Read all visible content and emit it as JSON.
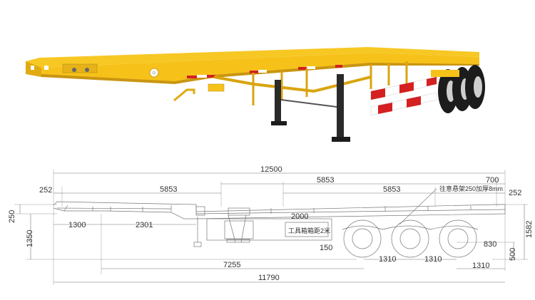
{
  "dimensions": {
    "overall_length_top": "12500",
    "front_overhang": "252",
    "twistlock_span_1": "5853",
    "twistlock_span_2": "5853",
    "twistlock_span_3": "5853",
    "rear_offset": "700",
    "rear_overhang": "252",
    "landing_note": "往意悬架250加厚8mm",
    "gooseneck_height": "250",
    "deck_height": "1350",
    "kingpin_offset": "1300",
    "gooseneck_length": "2301",
    "toolbox_length": "2000",
    "toolbox_label": "工具箱箱距2米",
    "spare_offset": "150",
    "axle_spacing_1": "1310",
    "axle_spacing_2": "1310",
    "kingpin_to_axle": "7255",
    "rear_axle_to_end": "830",
    "rear_spacing": "1310",
    "wheel_radius_dim": "500",
    "overall_height": "1582",
    "overall_length_bottom": "11790"
  },
  "colors": {
    "trailer_yellow": "#f6c21a",
    "trailer_shadow": "#d9a410",
    "tire_black": "#1c1c1c",
    "stripe_red": "#d42020"
  }
}
